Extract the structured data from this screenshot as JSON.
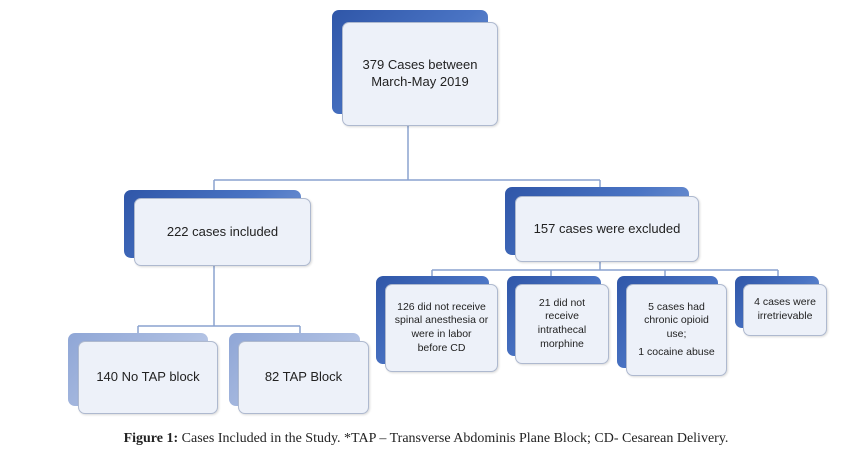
{
  "nodes": {
    "root": {
      "lines": [
        "379 Cases between",
        "March-May 2019"
      ]
    },
    "included": {
      "lines": [
        "222 cases included"
      ]
    },
    "excluded": {
      "lines": [
        "157 cases were excluded"
      ]
    },
    "no_tap": {
      "lines": [
        "140 No TAP block"
      ]
    },
    "tap": {
      "lines": [
        "82 TAP Block"
      ]
    },
    "excl_spinal": {
      "lines": [
        "126 did not receive",
        "spinal anesthesia or",
        "were in labor",
        "before CD"
      ]
    },
    "excl_morphine": {
      "lines": [
        "21 did not",
        "receive",
        "intrathecal",
        "morphine"
      ]
    },
    "excl_opioid": {
      "lines": [
        "5 cases had",
        "chronic opioid",
        "use;",
        "1 cocaine abuse"
      ]
    },
    "excl_irretrievable": {
      "lines": [
        "4 cases were",
        "irretrievable"
      ]
    }
  },
  "caption": {
    "label": "Figure 1:",
    "text": " Cases Included in the Study. *TAP – Transverse Abdominis Plane Block; CD- Cesarean Delivery."
  }
}
